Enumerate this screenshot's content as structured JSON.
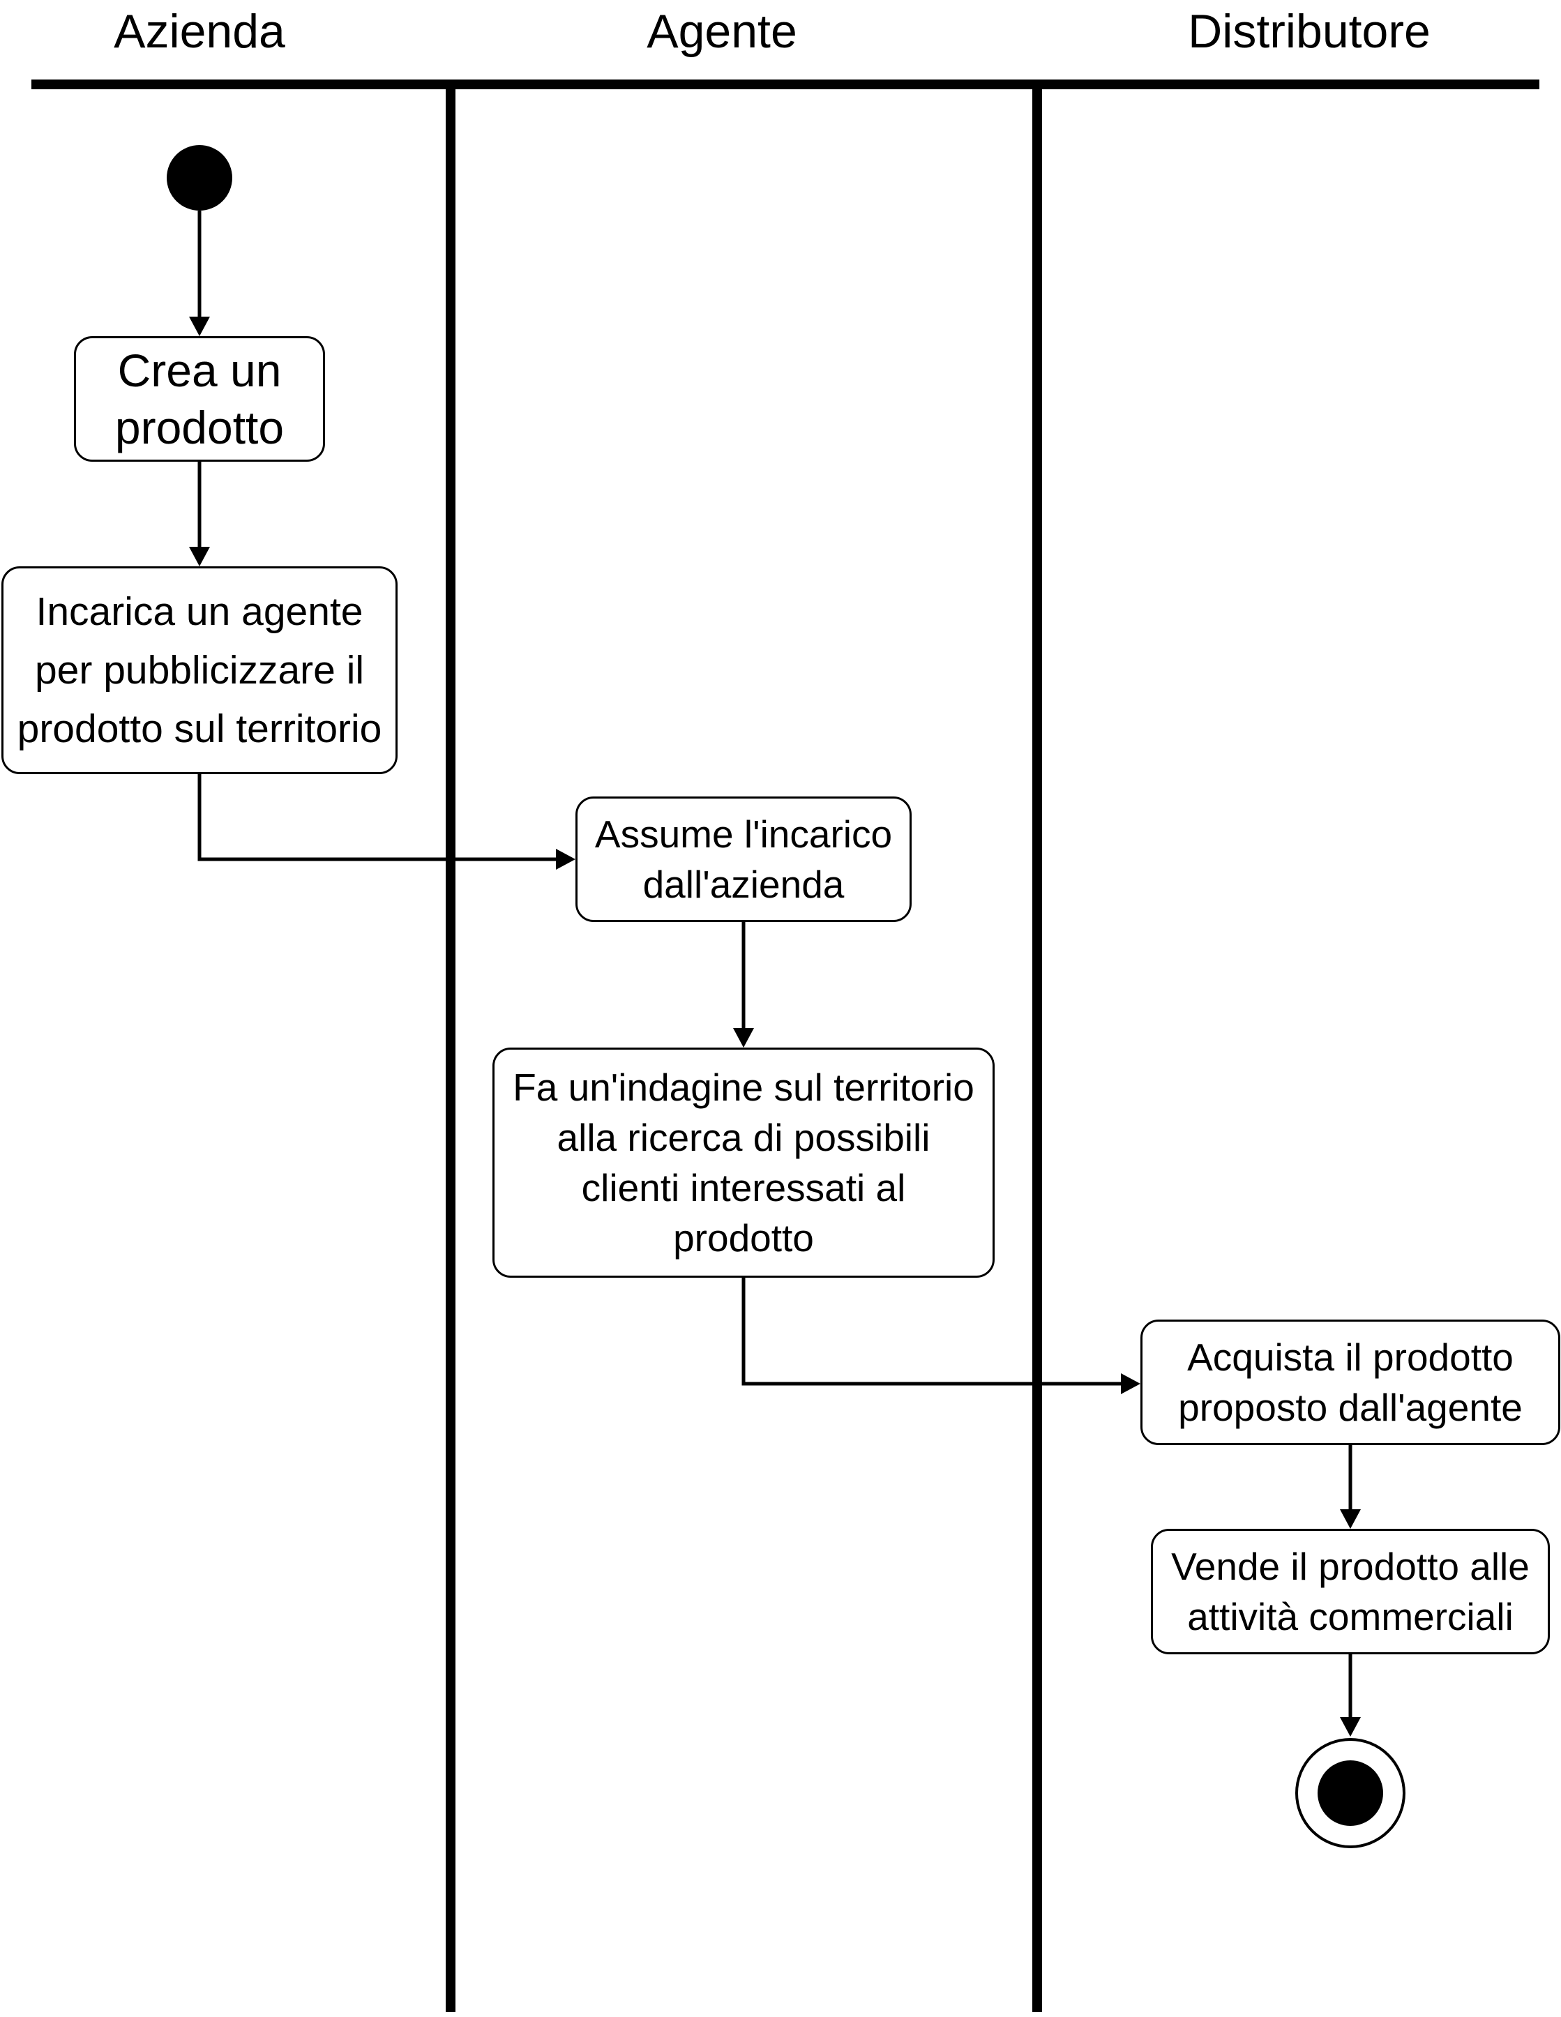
{
  "lanes": [
    {
      "id": "azienda",
      "title": "Azienda"
    },
    {
      "id": "agente",
      "title": "Agente"
    },
    {
      "id": "distributore",
      "title": "Distributore"
    }
  ],
  "nodes": {
    "start": {
      "type": "initial-node",
      "lane": "azienda"
    },
    "crea": {
      "type": "action",
      "lane": "azienda",
      "label": "Crea un\nprodotto"
    },
    "incarica": {
      "type": "action",
      "lane": "azienda",
      "label": "Incarica un agente\nper pubblicizzare il\nprodotto sul territorio"
    },
    "assume": {
      "type": "action",
      "lane": "agente",
      "label": "Assume l'incarico\ndall'azienda"
    },
    "indagine": {
      "type": "action",
      "lane": "agente",
      "label": "Fa un'indagine sul territorio\nalla ricerca di possibili\nclienti interessati al\nprodotto"
    },
    "acquista": {
      "type": "action",
      "lane": "distributore",
      "label": "Acquista il prodotto\nproposto dall'agente"
    },
    "vende": {
      "type": "action",
      "lane": "distributore",
      "label": "Vende il prodotto alle\nattività commerciali"
    },
    "end": {
      "type": "final-node",
      "lane": "distributore"
    }
  },
  "flows": [
    {
      "from": "start",
      "to": "crea"
    },
    {
      "from": "crea",
      "to": "incarica"
    },
    {
      "from": "incarica",
      "to": "assume"
    },
    {
      "from": "assume",
      "to": "indagine"
    },
    {
      "from": "indagine",
      "to": "acquista"
    },
    {
      "from": "acquista",
      "to": "vende"
    },
    {
      "from": "vende",
      "to": "end"
    }
  ],
  "colors": {
    "stroke": "#000000",
    "fill": "#ffffff"
  }
}
